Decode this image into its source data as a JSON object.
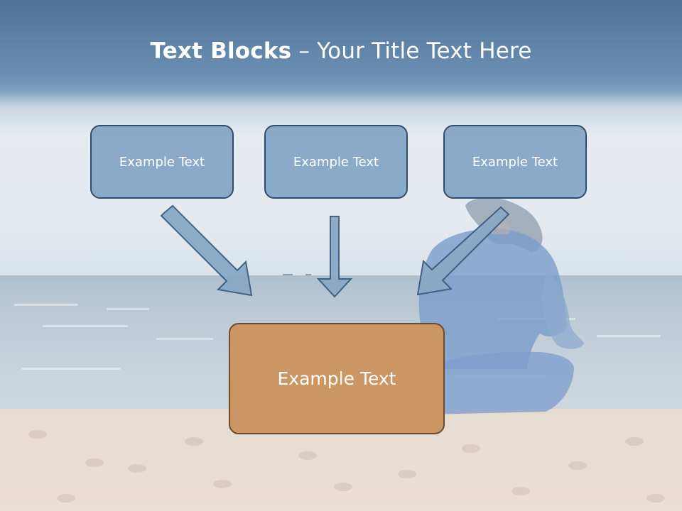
{
  "slide": {
    "title_bold": "Text Blocks",
    "title_dash": " – ",
    "title_rest": "Your Title Text Here"
  },
  "blocks": [
    {
      "label": "Example Text"
    },
    {
      "label": "Example Text"
    },
    {
      "label": "Example Text"
    }
  ],
  "target_block": {
    "label": "Example Text"
  },
  "colors": {
    "box_fill": "#7197be",
    "box_border": "#2f4e6d",
    "target_fill": "#cb9564",
    "target_border": "#6b4c30",
    "arrow_fill": "#8aa9c6",
    "arrow_stroke": "#3c5d7f",
    "title_band": "#5f82a6"
  }
}
